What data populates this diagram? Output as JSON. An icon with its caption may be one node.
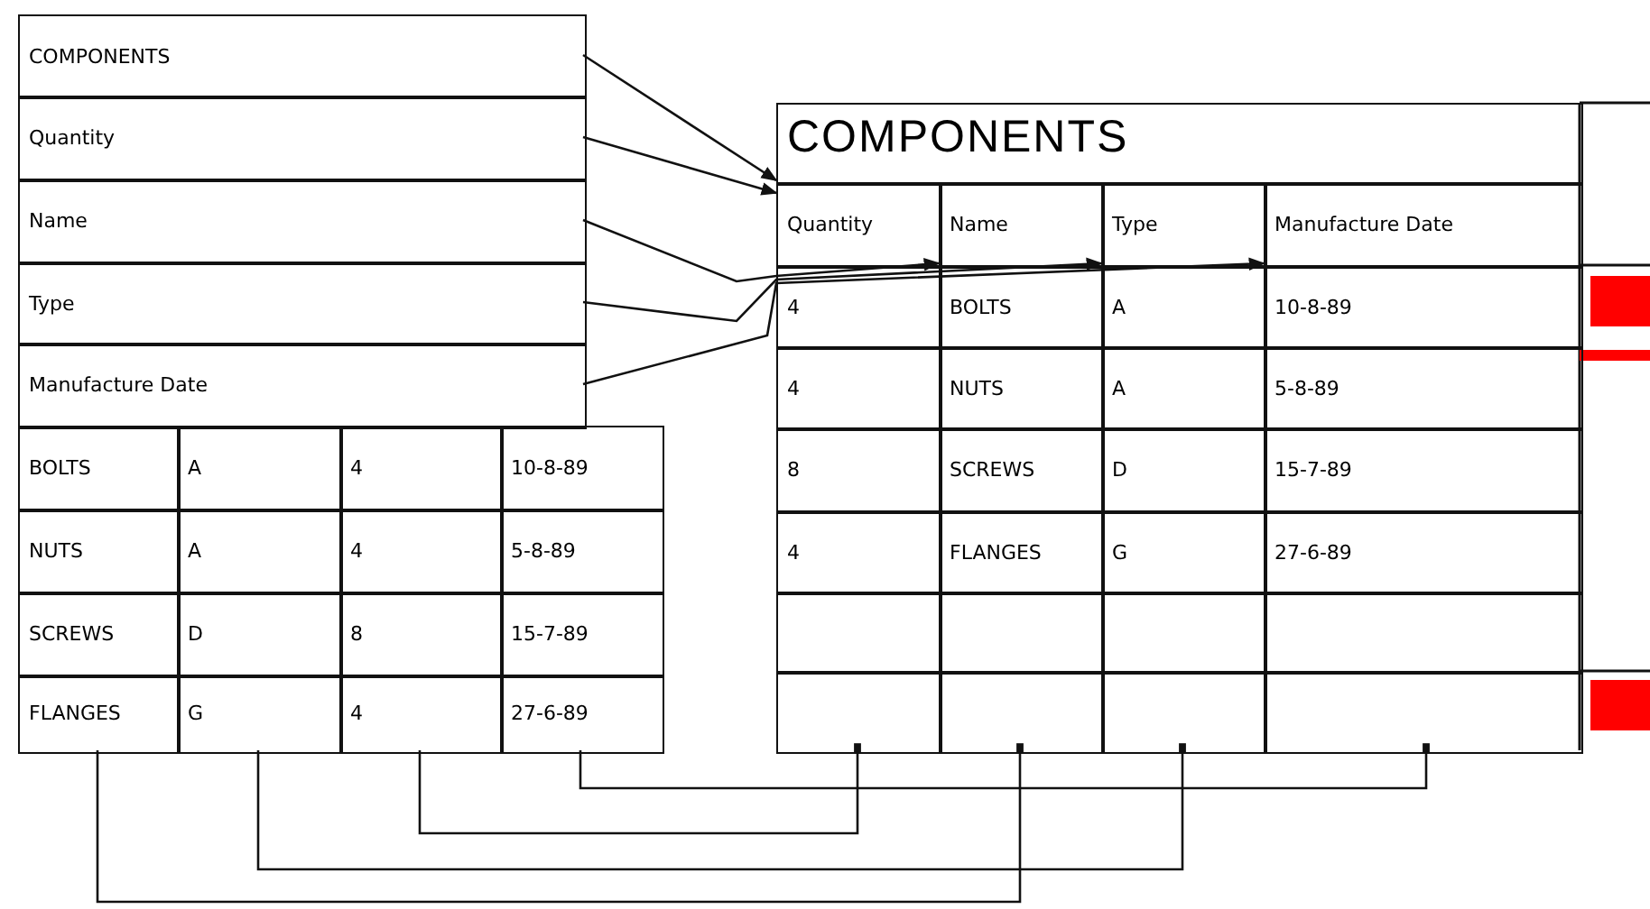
{
  "diagram": {
    "nodes": [
      {
        "text": [
          "COMPONENTS"
        ]
      },
      {
        "text": [
          "Quantity"
        ]
      },
      {
        "text": [
          "Name"
        ]
      },
      {
        "text": [
          "Type"
        ]
      },
      {
        "text": [
          "Manufacture Date"
        ]
      },
      {
        "text": [
          "BOLTS"
        ]
      },
      {
        "text": [
          "A"
        ]
      },
      {
        "text": [
          "4"
        ]
      },
      {
        "text": [
          "10-8-89"
        ]
      },
      {
        "text": [
          "NUTS"
        ]
      },
      {
        "text": [
          "A"
        ]
      },
      {
        "text": [
          "4"
        ]
      },
      {
        "text": [
          "5-8-89"
        ]
      },
      {
        "text": [
          "SCREWS"
        ]
      },
      {
        "text": [
          "D"
        ]
      },
      {
        "text": [
          "8"
        ]
      },
      {
        "text": [
          "15-7-89"
        ]
      },
      {
        "text": [
          "FLANGES"
        ]
      },
      {
        "text": [
          "G"
        ]
      },
      {
        "text": [
          "4"
        ]
      },
      {
        "text": [
          "27-6-89"
        ]
      },
      {
        "text": [
          "COMPONENTS"
        ]
      },
      {
        "text": [
          "Quantity"
        ]
      },
      {
        "text": [
          "Name"
        ]
      },
      {
        "text": [
          "Type"
        ]
      },
      {
        "text": [
          "Manufacture Date"
        ]
      },
      {
        "text": [
          "4"
        ]
      },
      {
        "text": [
          "BOLTS"
        ]
      },
      {
        "text": [
          "A"
        ]
      },
      {
        "text": [
          "10-8-89"
        ]
      },
      {
        "text": [
          "4"
        ]
      },
      {
        "text": [
          "NUTS"
        ]
      },
      {
        "text": [
          "A"
        ]
      },
      {
        "text": [
          "5-8-89"
        ]
      },
      {
        "text": [
          "8"
        ]
      },
      {
        "text": [
          "SCREWS"
        ]
      },
      {
        "text": [
          "D"
        ]
      },
      {
        "text": [
          "15-7-89"
        ]
      },
      {
        "text": [
          "4"
        ]
      },
      {
        "text": [
          "FLANGES"
        ]
      },
      {
        "text": [
          "G"
        ]
      },
      {
        "text": [
          "27-6-89"
        ]
      },
      {
        "text": [],
        "shape": "box"
      },
      {
        "text": [],
        "shape": "box"
      },
      {
        "text": [],
        "shape": "box"
      },
      {
        "text": [],
        "shape": "box"
      },
      {
        "text": [],
        "shape": "box"
      },
      {
        "text": [],
        "shape": "box"
      },
      {
        "text": [],
        "shape": "box"
      },
      {
        "text": [],
        "shape": "box"
      }
    ],
    "edges": [
      {
        "from": 0,
        "to": 21,
        "arrow": "to"
      },
      {
        "from": 1,
        "to": 22,
        "arrow": "to"
      },
      {
        "from": 2,
        "to": 23,
        "arrow": "to"
      },
      {
        "from": 3,
        "to": 24,
        "arrow": "to"
      },
      {
        "from": 4,
        "to": 25,
        "arrow": "to"
      },
      {
        "from": 20,
        "to": 49,
        "arrow": "other"
      },
      {
        "from": 19,
        "to": 46,
        "arrow": "other"
      },
      {
        "from": 18,
        "to": 48,
        "arrow": "other"
      },
      {
        "from": 17,
        "to": 47,
        "arrow": "other"
      }
    ]
  }
}
